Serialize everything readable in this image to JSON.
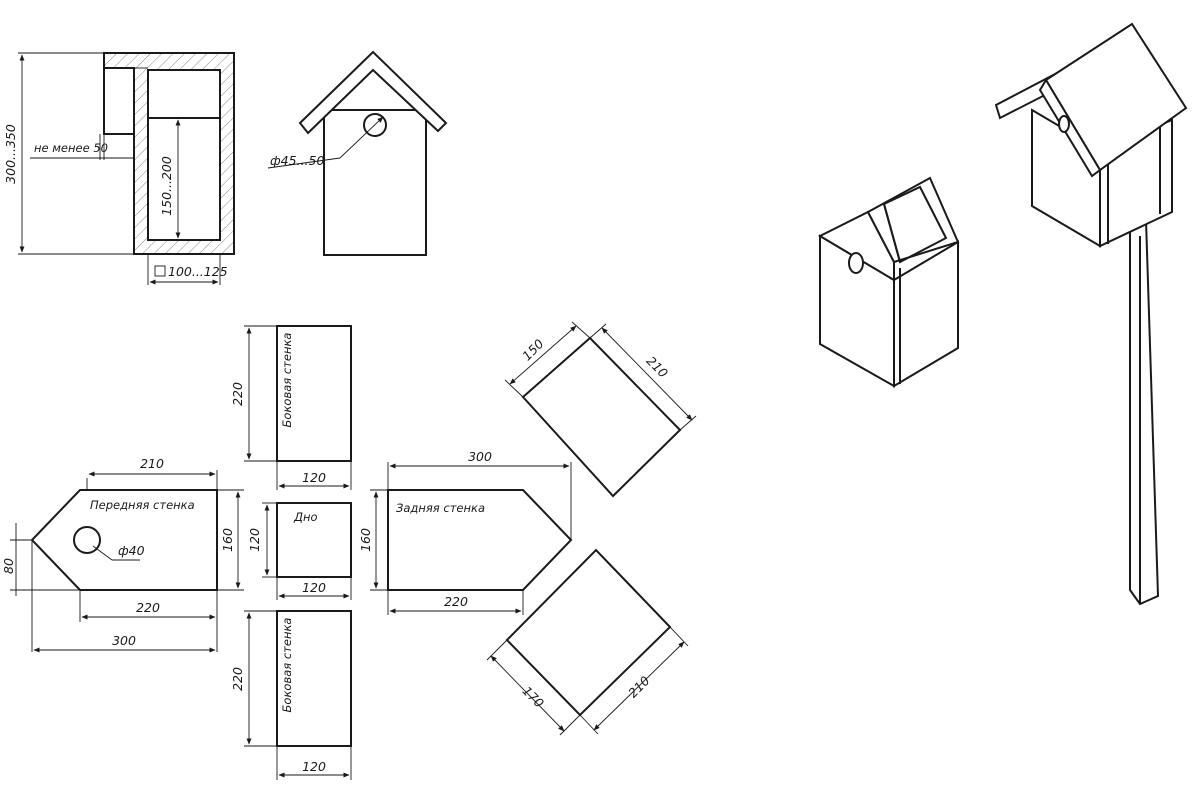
{
  "section_view": {
    "height_range": "300...350",
    "min_offset": "не менее 50",
    "hole_height_range": "150...200",
    "bottom_size": "100...125"
  },
  "front_view": {
    "hole_diameter": "ф45...50"
  },
  "parts": {
    "front_wall": {
      "label": "Передняя стенка",
      "top": "210",
      "height": "160",
      "side": "80",
      "hole": "ф40",
      "bottom": "220",
      "total": "300"
    },
    "side_wall_top": {
      "label": "Боковая стенка",
      "height": "220",
      "width": "120"
    },
    "bottom": {
      "label": "Дно",
      "height": "120",
      "width": "120"
    },
    "side_wall_bottom": {
      "label": "Боковая стенка",
      "height": "220",
      "width": "120"
    },
    "back_wall": {
      "label": "Задняя стенка",
      "top": "300",
      "height": "160",
      "bottom": "220"
    },
    "roof_top": {
      "short": "150",
      "long": "210"
    },
    "roof_bottom": {
      "short": "170",
      "long": "210"
    }
  }
}
